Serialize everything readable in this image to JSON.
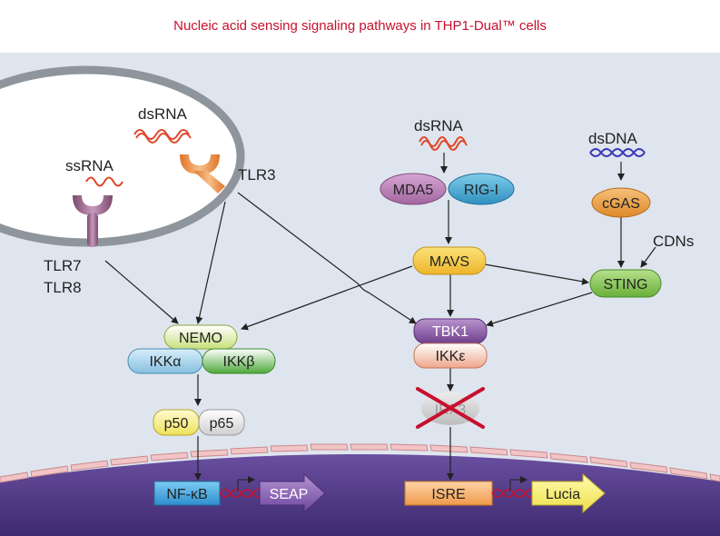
{
  "title": "Nucleic acid sensing signaling pathways in THP1-Dual™ cells",
  "labels": {
    "dsrna_endosome": "dsRNA",
    "ssrna": "ssRNA",
    "tlr3": "TLR3",
    "tlr7": "TLR7",
    "tlr8": "TLR8",
    "dsrna_cyto": "dsRNA",
    "dsdna": "dsDNA",
    "cdns": "CDNs"
  },
  "nodes": {
    "mda5": "MDA5",
    "rigi": "RIG-I",
    "cgas": "cGAS",
    "mavs": "MAVS",
    "sting": "STING",
    "nemo": "NEMO",
    "ikka": "IKKα",
    "ikkb": "IKKβ",
    "tbk1": "TBK1",
    "ikke": "IKKε",
    "irf3": "IRF3",
    "p50": "p50",
    "p65": "p65",
    "nfkb": "NF-κB",
    "seap": "SEAP",
    "isre": "ISRE",
    "lucia": "Lucia"
  },
  "colors": {
    "title": "#c8102e",
    "cytoplasm": "#dde4ee",
    "nucleus": "#5a3f92",
    "rna": "#e0482a",
    "dna": "#3a3ab8",
    "orange": "#f0913a",
    "purple_receptor": "#9a5f8a",
    "mda5": "#b87ab4",
    "rigi": "#3fa6d0",
    "cgas": "#e69a3a",
    "mavs": "#f3c63a",
    "sting": "#7fc34a",
    "nemo": "#cfe58a",
    "ikka": "#a9d3ec",
    "ikkb": "#6fba5a",
    "tbk1": "#8e5aa8",
    "ikke": "#f6cfc0",
    "p50": "#f4ee7c",
    "nfkb": "#4aa7e0",
    "seap": "#8a5fb0",
    "isre": "#f6a85c",
    "lucia": "#f4ee5c"
  }
}
